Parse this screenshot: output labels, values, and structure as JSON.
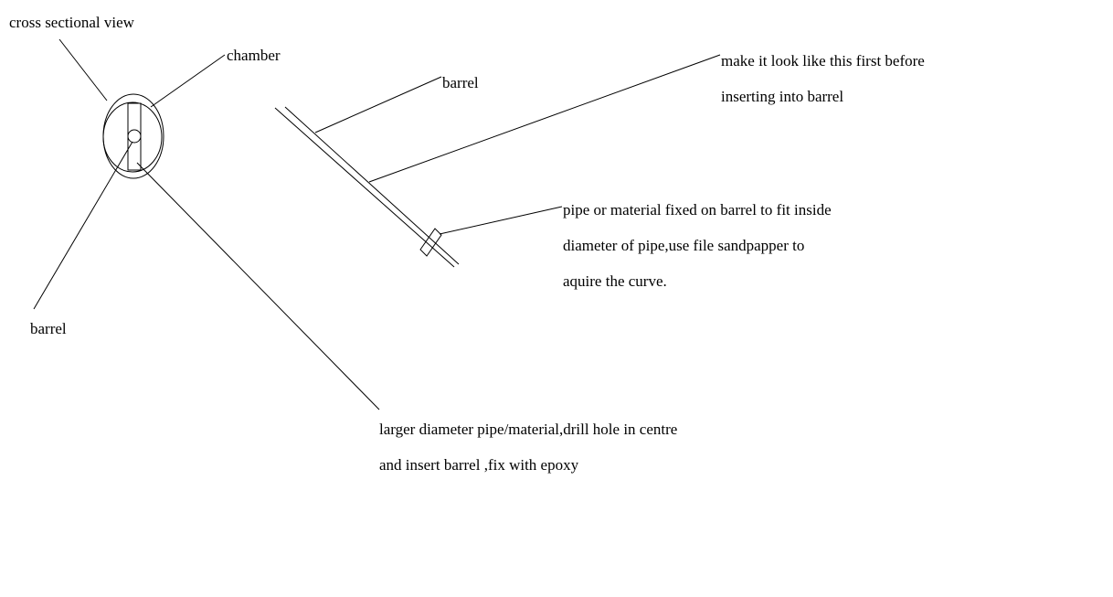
{
  "labels": {
    "cross_section": "cross sectional view",
    "chamber": "chamber",
    "barrel_left": "barrel",
    "barrel_right": "barrel",
    "make_line1": "make it look like this first before",
    "make_line2": "inserting into barrel",
    "pipe_line1": "pipe or material fixed on barrel to fit inside",
    "pipe_line2": "diameter of pipe,use file sandpapper to",
    "pipe_line3": "aquire the curve.",
    "larger_line1": "larger diameter pipe/material,drill hole in centre",
    "larger_line2": "and insert barrel ,fix with epoxy"
  },
  "colors": {
    "stroke": "#000000",
    "background": "#ffffff"
  }
}
